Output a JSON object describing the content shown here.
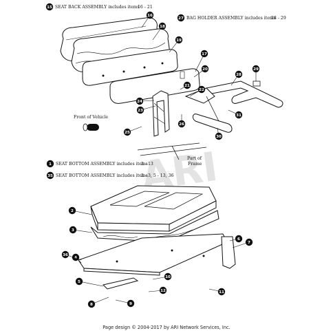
{
  "assemblies": {
    "seat_back": {
      "num": "15",
      "text": "SEAT BACK ASSEMBLY includes items",
      "range": "16 - 21"
    },
    "bag_holder": {
      "num": "27",
      "text": "BAG HOLDER ASSEMBLY includes items",
      "range": "28 - 29"
    },
    "seat_bottom_1": {
      "num": "1",
      "text": "SEAT BOTTOM ASSEMBLY includes items",
      "range": "2 - 13"
    },
    "seat_bottom_35": {
      "num": "35",
      "text": "SEAT BOTTOM ASSEMBLY includes items",
      "range": "2 - 3, 5 - 13, 36"
    }
  },
  "labels": {
    "front_of_vehicle": "Front of Vehicle",
    "part_of_frame_1": "Part of",
    "part_of_frame_2": "Frame"
  },
  "watermark": "ARI",
  "callouts": [
    "16",
    "17",
    "18",
    "19",
    "20",
    "21",
    "22",
    "23",
    "24",
    "25",
    "26",
    "28",
    "29",
    "30",
    "31",
    "2",
    "3",
    "4",
    "5",
    "6",
    "7",
    "8",
    "9",
    "10",
    "11",
    "12",
    "36"
  ],
  "footer": "Page design © 2004-2017 by ARI Network Services, Inc."
}
